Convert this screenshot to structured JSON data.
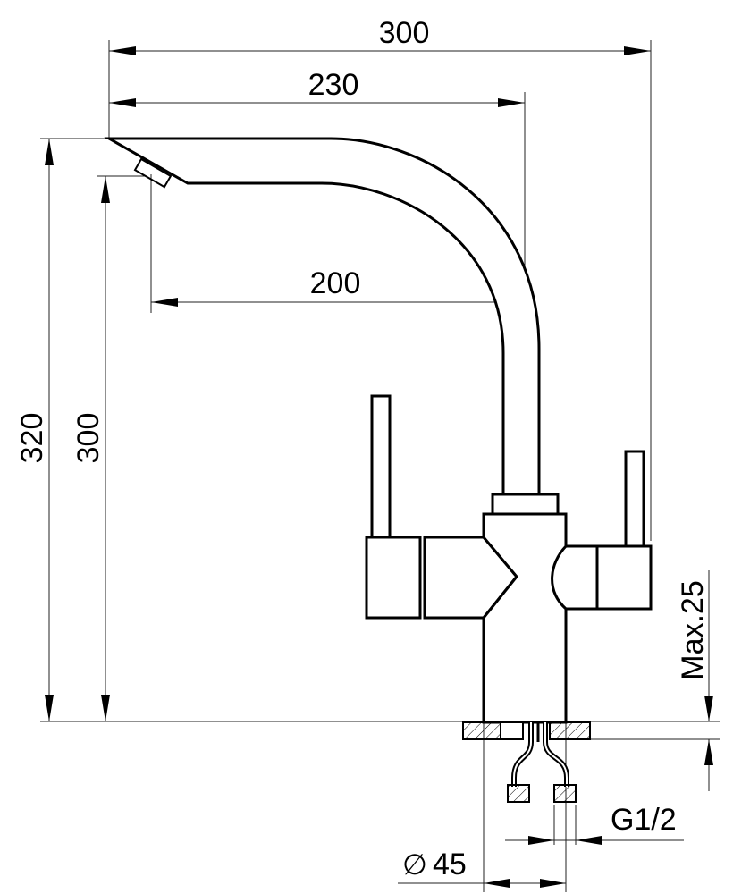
{
  "drawing": {
    "dimensions": {
      "overall_width": "300",
      "spout_reach_outer": "230",
      "spout_reach_inner": "200",
      "overall_height": "320",
      "spout_height": "300",
      "max_countertop": "Max.25",
      "connection_thread": "G1/2",
      "base_diameter": "45",
      "diameter_symbol": "∅"
    },
    "colors": {
      "line": "#000000",
      "background": "#ffffff"
    }
  }
}
